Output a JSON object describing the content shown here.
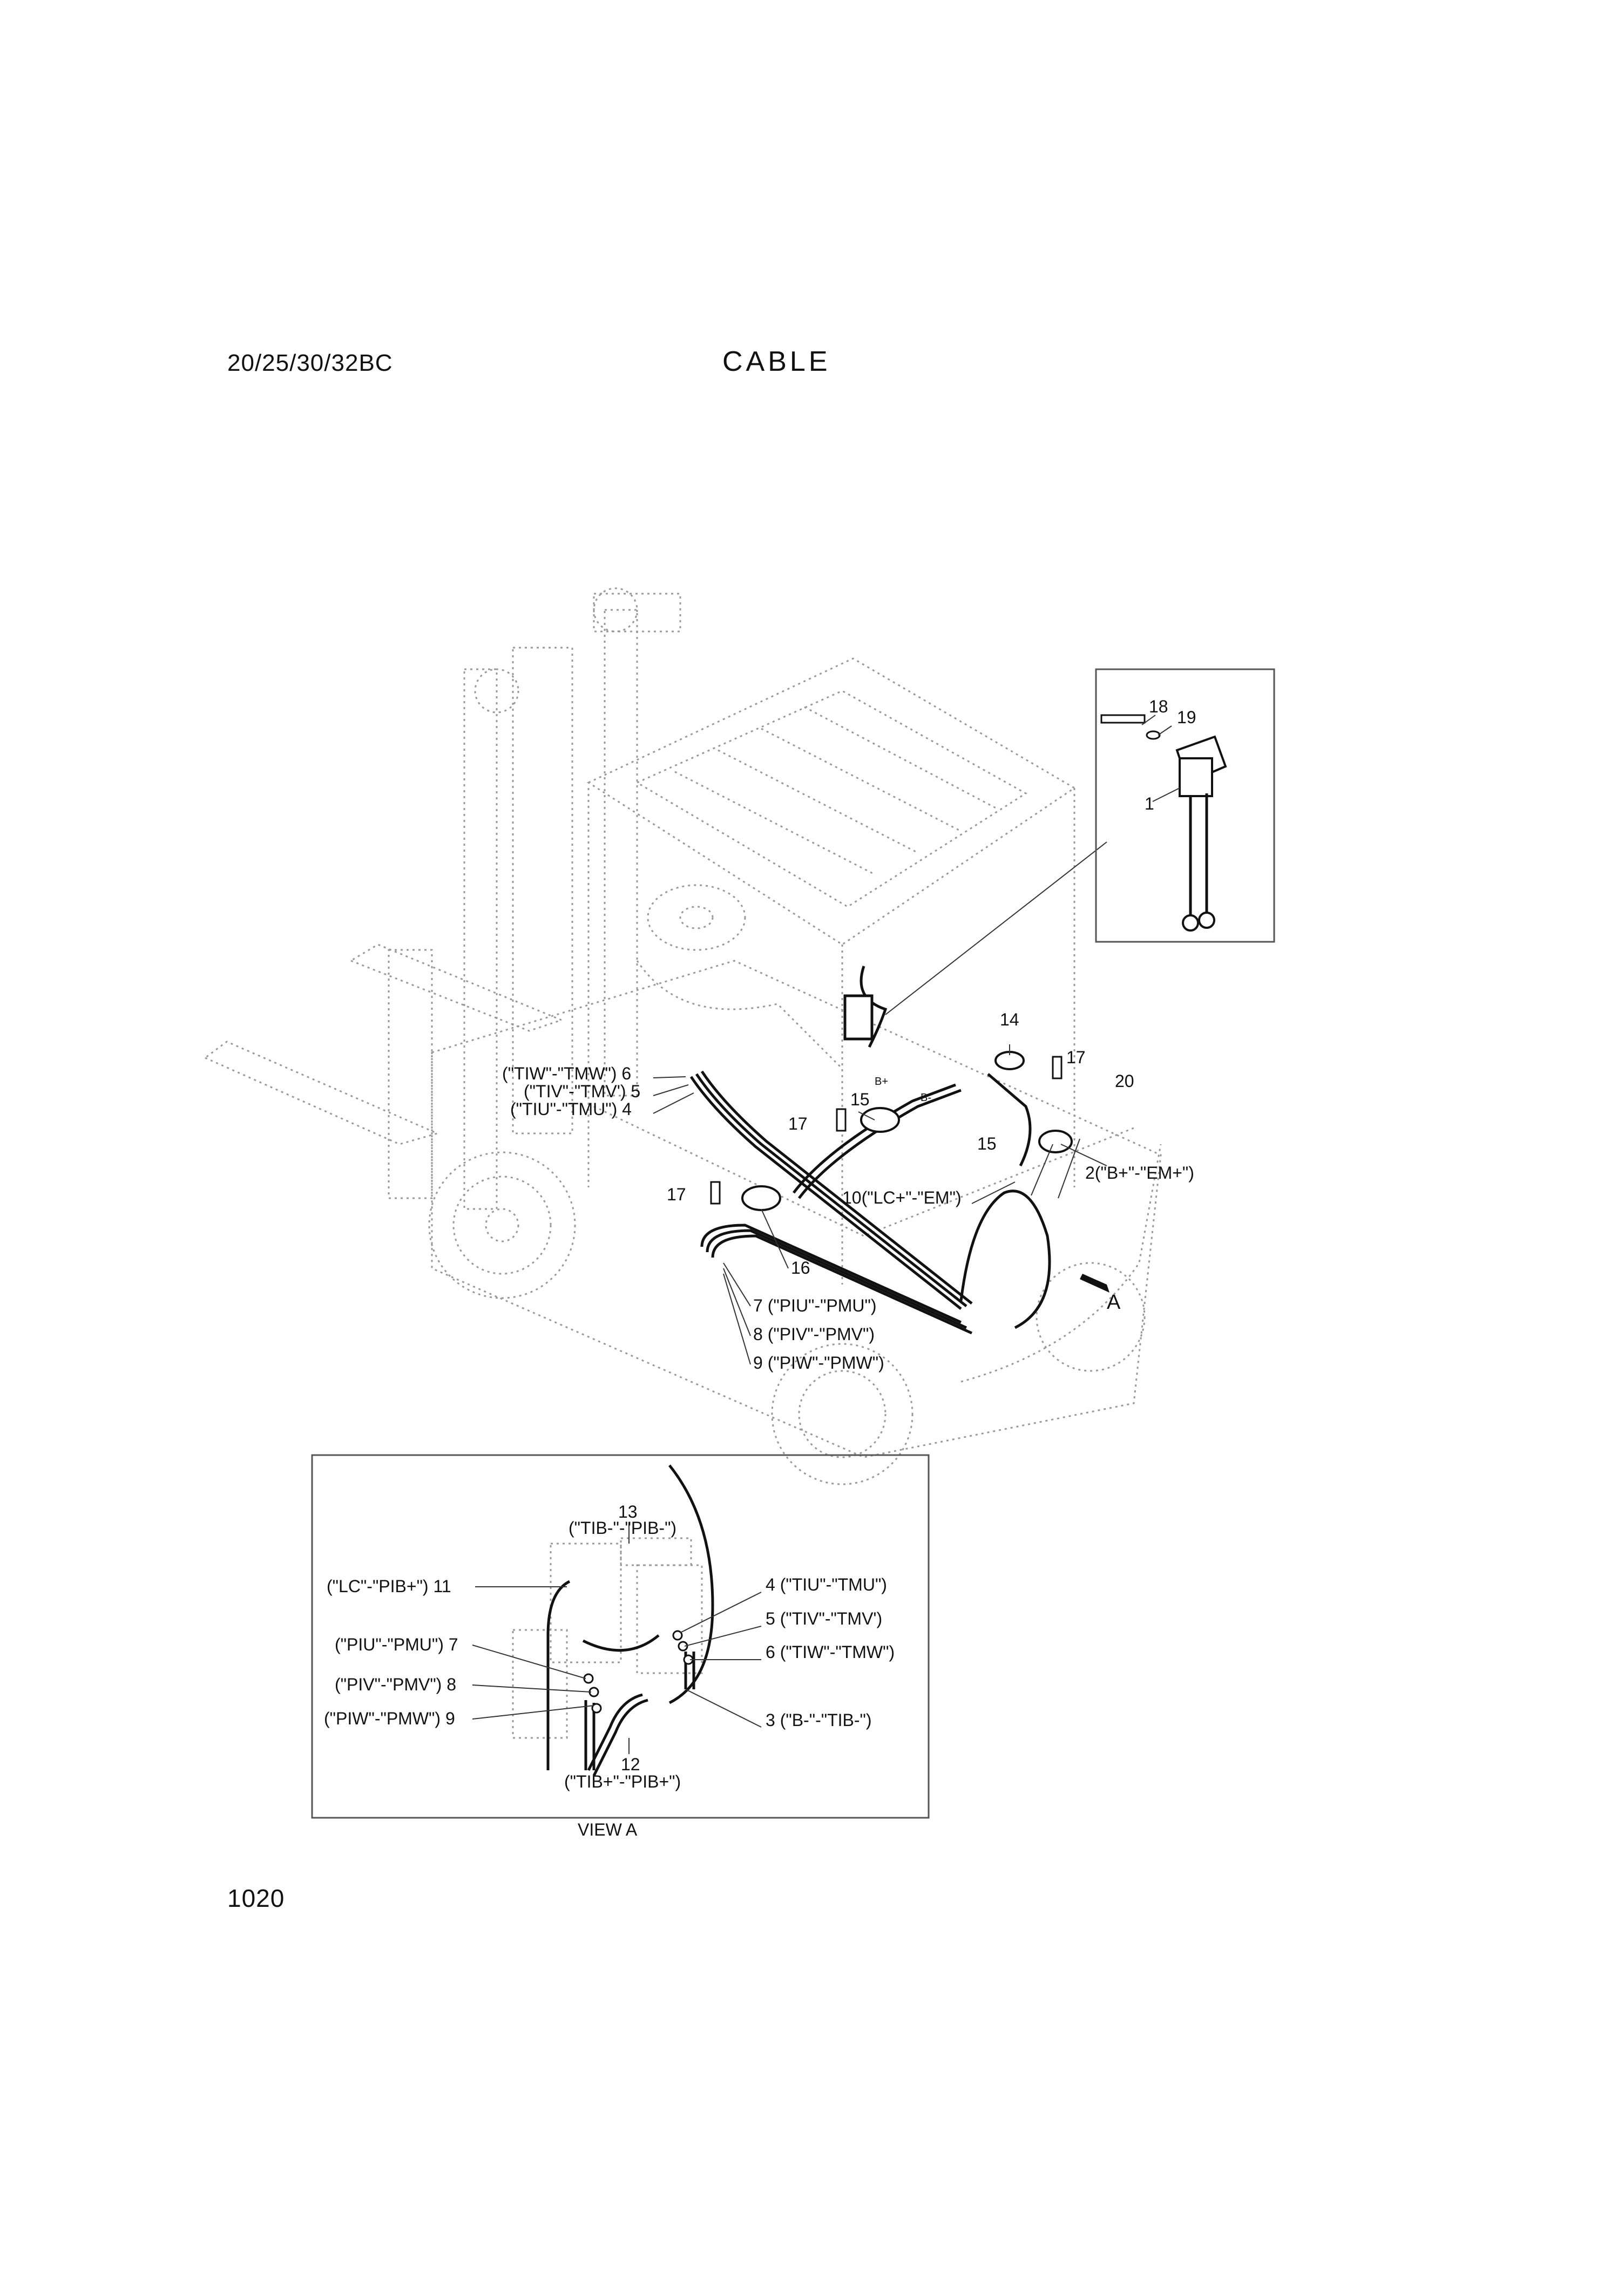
{
  "header": {
    "model": "20/25/30/32BC",
    "title": "CABLE"
  },
  "page_number": "1020",
  "view_caption": "VIEW A",
  "arrow_label": "A",
  "main_callouts": [
    "(\"TIW\"-\"TMW\") 6",
    "(\"TIV\"-\"TMV') 5",
    "(\"TIU\"-\"TMU\") 4",
    "17",
    "15",
    "14",
    "17",
    "20",
    "15",
    "2(\"B+\"-\"EM+\")",
    "17",
    "10(\"LC+\"-\"EM\")",
    "16",
    "7 (\"PIU\"-\"PMU\")",
    "8 (\"PIV\"-\"PMV\")",
    "9 (\"PIW\"-\"PMW\")",
    "B+",
    "B-"
  ],
  "inset_callouts": [
    "18",
    "19",
    "1"
  ],
  "view_callouts": [
    "13",
    "(\"TIB-\"-\"PIB-\")",
    "(\"LC\"-\"PIB+\") 11",
    "4 (\"TIU\"-\"TMU\")",
    "(\"PIU\"-\"PMU\") 7",
    "5 (\"TIV\"-\"TMV')",
    "6 (\"TIW\"-\"TMW\")",
    "(\"PIV\"-\"PMV\") 8",
    "(\"PIW\"-\"PMW\") 9",
    "3 (\"B-\"-\"TIB-\")",
    "12",
    "(\"TIB+\"-\"PIB+\")"
  ]
}
